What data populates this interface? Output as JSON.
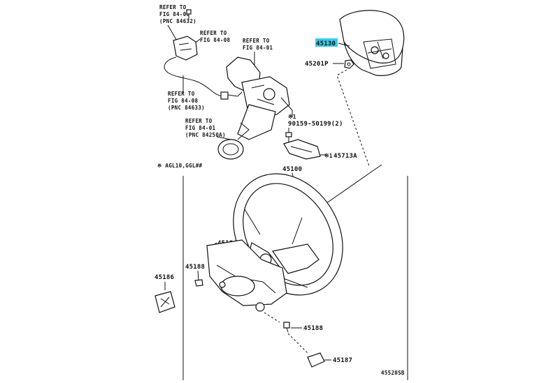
{
  "refs": {
    "r1": {
      "l1": "REFER TO",
      "l2": "FIG 84-08",
      "l3": "(PNC 84632)"
    },
    "r2": {
      "l1": "REFER TO",
      "l2": "FIG 84-08"
    },
    "r3": {
      "l1": "REFER TO",
      "l2": "FIG 84-01"
    },
    "r4": {
      "l1": "REFER TO",
      "l2": "FIG 84-08",
      "l3": "(PNC 84633)"
    },
    "r5": {
      "l1": "REFER TO",
      "l2": "FIG 84-01",
      "l3": "(PNC 84250A)"
    }
  },
  "parts": {
    "p45130": "45130",
    "p45201p": "45201P",
    "p45100": "45100",
    "p90159": "90159-50199(2)",
    "p45713a": "45713A",
    "p45184": "45184",
    "p45188a": "45188",
    "p45186": "45186",
    "p45188b": "45188",
    "p45187": "45187"
  },
  "notes": {
    "asterisk": "※1",
    "asterisk2": "※1",
    "model": "※ AGL10,GGL##",
    "figure_id": "45520SB"
  },
  "highlight_color": "#33ccee"
}
